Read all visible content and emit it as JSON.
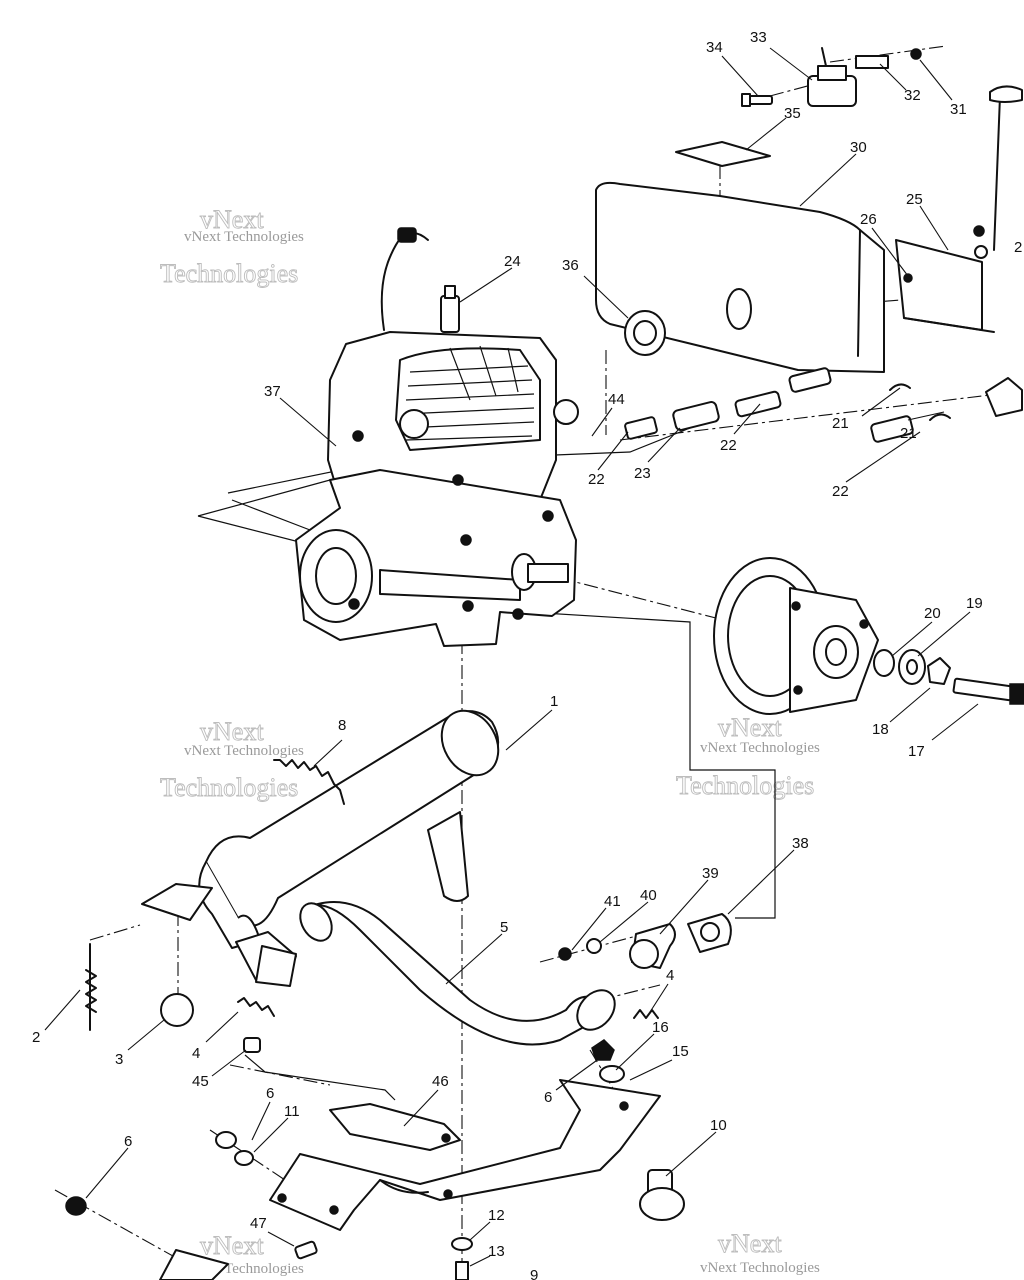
{
  "watermark": {
    "small_text": "vNext Technologies",
    "big_word_1": "vNext",
    "big_word_2": "Technologies"
  },
  "callouts": [
    {
      "id": "c1",
      "label": "1"
    },
    {
      "id": "c2",
      "label": "2"
    },
    {
      "id": "c3",
      "label": "3"
    },
    {
      "id": "c4a",
      "label": "4"
    },
    {
      "id": "c4b",
      "label": "4"
    },
    {
      "id": "c5",
      "label": "5"
    },
    {
      "id": "c6a",
      "label": "6"
    },
    {
      "id": "c6b",
      "label": "6"
    },
    {
      "id": "c6c",
      "label": "6"
    },
    {
      "id": "c8",
      "label": "8"
    },
    {
      "id": "c9",
      "label": "9"
    },
    {
      "id": "c10",
      "label": "10"
    },
    {
      "id": "c11",
      "label": "11"
    },
    {
      "id": "c12",
      "label": "12"
    },
    {
      "id": "c13",
      "label": "13"
    },
    {
      "id": "c15",
      "label": "15"
    },
    {
      "id": "c16",
      "label": "16"
    },
    {
      "id": "c17",
      "label": "17"
    },
    {
      "id": "c18",
      "label": "18"
    },
    {
      "id": "c19",
      "label": "19"
    },
    {
      "id": "c20",
      "label": "20"
    },
    {
      "id": "c21a",
      "label": "21"
    },
    {
      "id": "c21b",
      "label": "21"
    },
    {
      "id": "c22a",
      "label": "22"
    },
    {
      "id": "c22b",
      "label": "22"
    },
    {
      "id": "c22c",
      "label": "22"
    },
    {
      "id": "c23",
      "label": "23"
    },
    {
      "id": "c24",
      "label": "24"
    },
    {
      "id": "c25",
      "label": "25"
    },
    {
      "id": "c26",
      "label": "26"
    },
    {
      "id": "c27",
      "label": "2"
    },
    {
      "id": "c30",
      "label": "30"
    },
    {
      "id": "c31",
      "label": "31"
    },
    {
      "id": "c32",
      "label": "32"
    },
    {
      "id": "c33",
      "label": "33"
    },
    {
      "id": "c34",
      "label": "34"
    },
    {
      "id": "c35",
      "label": "35"
    },
    {
      "id": "c36",
      "label": "36"
    },
    {
      "id": "c37",
      "label": "37"
    },
    {
      "id": "c38",
      "label": "38"
    },
    {
      "id": "c39",
      "label": "39"
    },
    {
      "id": "c40",
      "label": "40"
    },
    {
      "id": "c41",
      "label": "41"
    },
    {
      "id": "c44",
      "label": "44"
    },
    {
      "id": "c45",
      "label": "45"
    },
    {
      "id": "c46",
      "label": "46"
    },
    {
      "id": "c47",
      "label": "47"
    }
  ]
}
